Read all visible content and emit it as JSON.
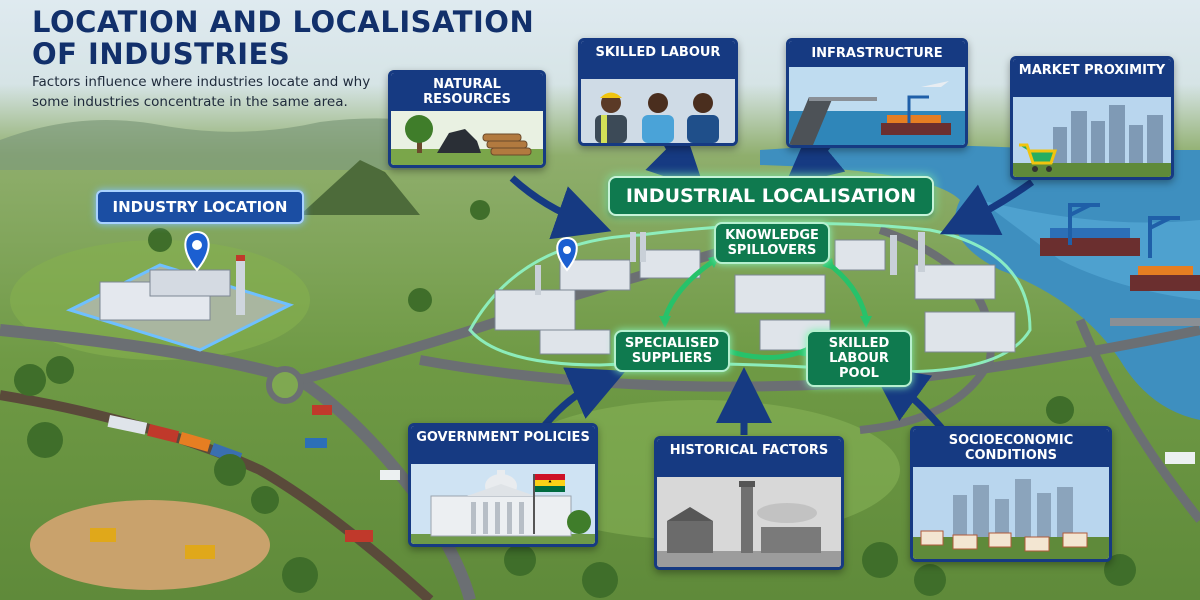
{
  "title_line1": "LOCATION AND LOCALISATION",
  "title_line2": "OF INDUSTRIES",
  "intro": "Factors influence where industries locate and why some industries concentrate in the same area.",
  "industry_location": "INDUSTRY LOCATION",
  "center": "INDUSTRIAL LOCALISATION",
  "factors": {
    "natural_resources": "NATURAL RESOURCES",
    "skilled_labour": "SKILLED LABOUR",
    "infrastructure": "INFRASTRUCTURE",
    "market_proximity": "MARKET PROXIMITY",
    "government_policies": "GOVERNMENT POLICIES",
    "historical_factors": "HISTORICAL FACTORS",
    "socioeconomic_conditions": "SOCIOECONOMIC CONDITIONS"
  },
  "cluster": {
    "knowledge_spillovers": "KNOWLEDGE SPILLOVERS",
    "specialised_suppliers": "SPECIALISED SUPPLIERS",
    "skilled_labour_pool": "SKILLED LABOUR POOL"
  },
  "colors": {
    "navy": "#163a82",
    "green": "#0f7a4f",
    "blue_label": "#1b4ea3"
  }
}
